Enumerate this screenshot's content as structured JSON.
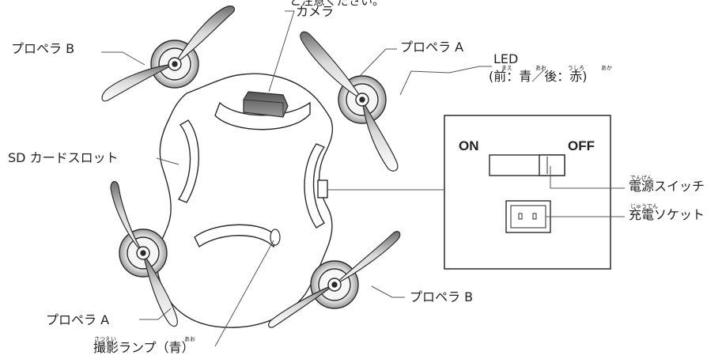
{
  "note_top": "と注意ください。",
  "labels": {
    "camera": "カメラ",
    "propeller_b_top": "プロペラ B",
    "propeller_a_top": "プロペラ A",
    "led": "LED",
    "led_detail": "(前：青／後：赤)",
    "sd_slot": "SD カードスロット",
    "propeller_a_bottom": "プロペラ A",
    "propeller_b_bottom": "プロペラ B",
    "shooting_lamp": "撮影ランプ（青）",
    "power_switch": "電源スイッチ",
    "charge_socket": "充電ソケット"
  },
  "panel": {
    "on": "ON",
    "off": "OFF"
  },
  "ruby": {
    "mae": "まえ",
    "ao": "あお",
    "ushiro": "うしろ",
    "aka": "あか",
    "dengen": "でんげん",
    "juuden": "じゅうでん",
    "satsuei": "さつえい",
    "ao2": "あお"
  },
  "colors": {
    "stroke": "#2a2a2a",
    "blade_dark": "#8a8a8a",
    "blade_light": "#f4f4f4"
  }
}
